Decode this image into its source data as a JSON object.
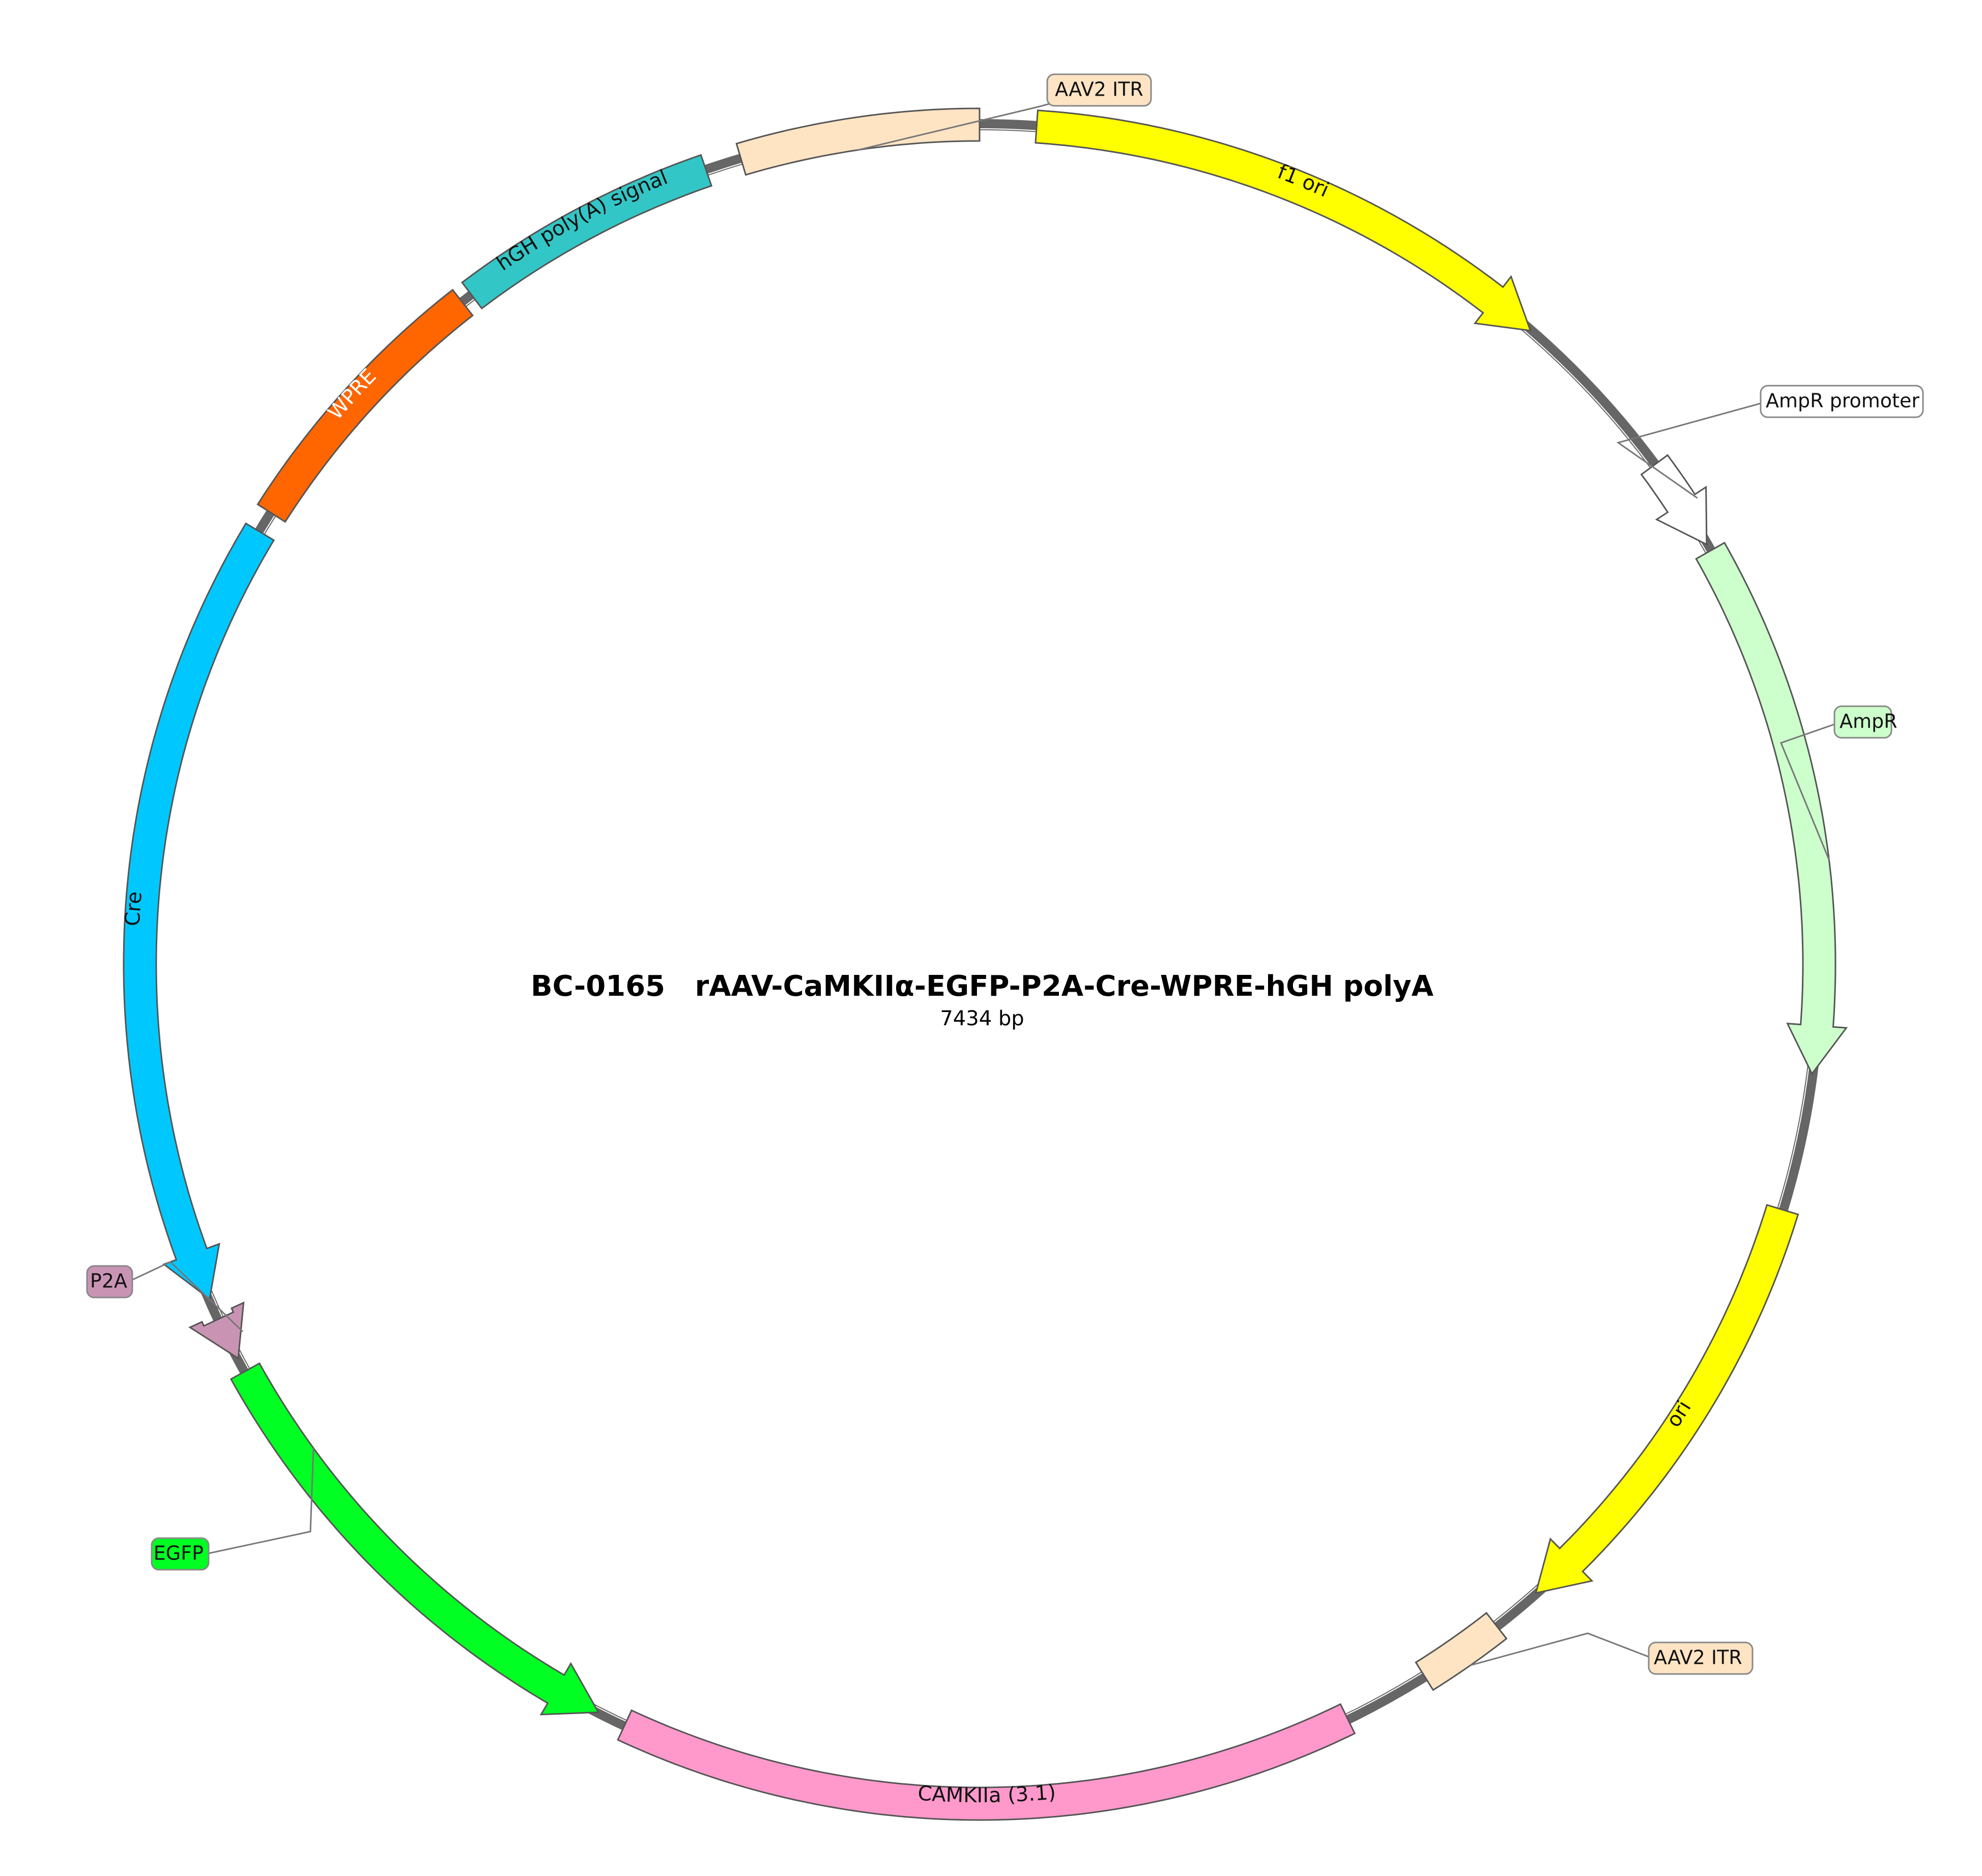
{
  "plasmid": {
    "name": "BC-0165   rAAV-CaMKIIα-EGFP-P2A-Cre-WPRE-hGH polyA",
    "size": "7434 bp"
  },
  "features": [
    {
      "id": "aav2-itr-top",
      "label": "AAV2 ITR",
      "start_deg": 343.5,
      "end_deg": 0.0,
      "direction": "none",
      "color": "#ffe4c4",
      "label_mode": "callout",
      "text_color": "#111111"
    },
    {
      "id": "f1-ori",
      "label": "f1 ori",
      "start_deg": 3.9,
      "end_deg": 41.0,
      "direction": "cw",
      "color": "#ffff00",
      "label_mode": "inline",
      "text_color": "#111111"
    },
    {
      "id": "ampr-promoter",
      "label": "AmpR promoter",
      "start_deg": 53.5,
      "end_deg": 60.0,
      "direction": "cw",
      "color": "#ffffff",
      "label_mode": "callout",
      "text_color": "#111111"
    },
    {
      "id": "ampr",
      "label": "AmpR",
      "start_deg": 60.5,
      "end_deg": 97.5,
      "direction": "cw",
      "color": "#ccffcc",
      "label_mode": "callout",
      "text_color": "#111111"
    },
    {
      "id": "ori",
      "label": "ori",
      "start_deg": 107.0,
      "end_deg": 138.5,
      "direction": "cw",
      "color": "#ffff00",
      "label_mode": "inline",
      "text_color": "#111111"
    },
    {
      "id": "aav2-itr-bottom",
      "label": "AAV2 ITR",
      "start_deg": 142.0,
      "end_deg": 148.0,
      "direction": "none",
      "color": "#ffe4c4",
      "label_mode": "callout",
      "text_color": "#111111"
    },
    {
      "id": "camkiia",
      "label": "CAMKIIa (3.1)",
      "start_deg": 154.0,
      "end_deg": 205.0,
      "direction": "none",
      "color": "#ff99cc",
      "label_mode": "inline",
      "text_color": "#111111"
    },
    {
      "id": "egfp",
      "label": "EGFP",
      "start_deg": 207.0,
      "end_deg": 241.0,
      "direction": "ccw",
      "color": "#00ff22",
      "label_mode": "callout",
      "text_color": "#111111"
    },
    {
      "id": "p2a",
      "label": "P2A",
      "start_deg": 242.0,
      "end_deg": 245.0,
      "direction": "ccw",
      "color": "#c994b4",
      "label_mode": "callout",
      "text_color": "#111111"
    },
    {
      "id": "cre",
      "label": "Cre",
      "start_deg": 246.5,
      "end_deg": 301.0,
      "direction": "ccw",
      "color": "#00c8ff",
      "label_mode": "inline",
      "text_color": "#111111"
    },
    {
      "id": "wpre",
      "label": "WPRE",
      "start_deg": 302.5,
      "end_deg": 322.0,
      "direction": "none",
      "color": "#ff6600",
      "label_mode": "inline",
      "text_color": "#ffffff"
    },
    {
      "id": "hgh-polya",
      "label": "hGH poly(A) signal",
      "start_deg": 322.8,
      "end_deg": 341.0,
      "direction": "none",
      "color": "#33c6c6",
      "label_mode": "inline",
      "text_color": "#111111"
    }
  ]
}
